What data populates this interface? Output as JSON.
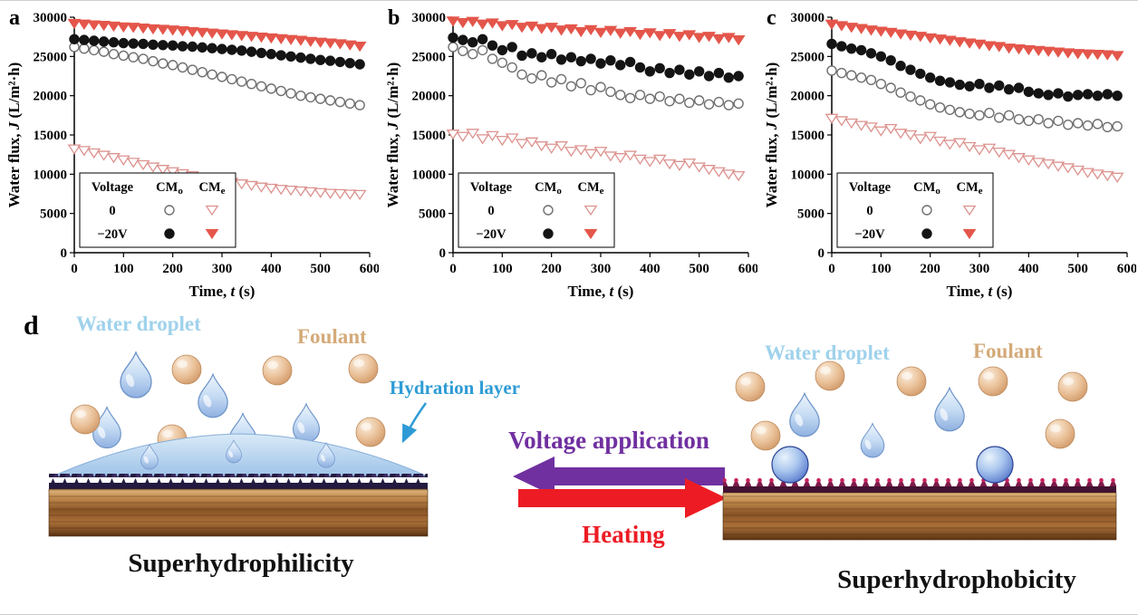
{
  "chart_data": [
    {
      "id": "a",
      "type": "scatter",
      "panel_label": "a",
      "xlabel": "Time, *t* (s)",
      "ylabel": "Water flux, *J* (L/m²·h)",
      "xlim": [
        0,
        600
      ],
      "ylim": [
        0,
        30000
      ],
      "xticks": [
        0,
        100,
        200,
        300,
        400,
        500,
        600
      ],
      "yticks": [
        0,
        5000,
        10000,
        15000,
        20000,
        25000,
        30000
      ],
      "legend": {
        "header": [
          "Voltage",
          "CM_o",
          "CM_e"
        ],
        "rows": [
          {
            "label": "0",
            "series": [
              0,
              2
            ]
          },
          {
            "label": "−20V",
            "series": [
              1,
              3
            ]
          }
        ]
      },
      "x": [
        0,
        20,
        40,
        60,
        80,
        100,
        120,
        140,
        160,
        180,
        200,
        220,
        240,
        260,
        280,
        300,
        320,
        340,
        360,
        380,
        400,
        420,
        440,
        460,
        480,
        500,
        520,
        540,
        560,
        580
      ],
      "series": [
        {
          "name": "CM_o 0",
          "marker": "circle-open",
          "color": "#6f6f6f",
          "values": [
            26200,
            26000,
            25800,
            25600,
            25300,
            25100,
            24900,
            24700,
            24400,
            24100,
            23900,
            23600,
            23300,
            23000,
            22700,
            22400,
            22100,
            21800,
            21500,
            21200,
            20900,
            20600,
            20300,
            20000,
            19800,
            19600,
            19400,
            19200,
            19000,
            18800
          ]
        },
        {
          "name": "CM_o −20V",
          "marker": "circle-filled",
          "color": "#141414",
          "values": [
            27200,
            27100,
            27000,
            26900,
            26800,
            26700,
            26650,
            26600,
            26500,
            26450,
            26400,
            26300,
            26250,
            26150,
            26050,
            25950,
            25850,
            25750,
            25600,
            25450,
            25300,
            25150,
            25000,
            24850,
            24700,
            24550,
            24450,
            24300,
            24150,
            24000
          ]
        },
        {
          "name": "CM_e 0",
          "marker": "triangle-open",
          "color": "#dc938f",
          "values": [
            13200,
            13000,
            12700,
            12400,
            12100,
            11800,
            11500,
            11200,
            10900,
            10600,
            10300,
            10050,
            9800,
            9600,
            9350,
            9150,
            8950,
            8750,
            8550,
            8350,
            8200,
            8050,
            7950,
            7850,
            7750,
            7650,
            7550,
            7500,
            7450,
            7400
          ]
        },
        {
          "name": "CM_e −20V",
          "marker": "triangle-filled",
          "color": "#e4564b",
          "values": [
            29200,
            29100,
            29000,
            28950,
            28850,
            28750,
            28700,
            28600,
            28500,
            28450,
            28350,
            28250,
            28150,
            28050,
            27950,
            27850,
            27750,
            27650,
            27550,
            27450,
            27350,
            27250,
            27150,
            27050,
            26900,
            26800,
            26700,
            26600,
            26450,
            26300
          ]
        }
      ]
    },
    {
      "id": "b",
      "type": "scatter",
      "panel_label": "b",
      "xlabel": "Time, *t* (s)",
      "ylabel": "Water flux, *J* (L/m²·h)",
      "xlim": [
        0,
        600
      ],
      "ylim": [
        0,
        30000
      ],
      "xticks": [
        0,
        100,
        200,
        300,
        400,
        500,
        600
      ],
      "yticks": [
        0,
        5000,
        10000,
        15000,
        20000,
        25000,
        30000
      ],
      "legend": {
        "header": [
          "Voltage",
          "CM_o",
          "CM_e"
        ],
        "rows": [
          {
            "label": "0",
            "series": [
              0,
              2
            ]
          },
          {
            "label": "−20V",
            "series": [
              1,
              3
            ]
          }
        ]
      },
      "x": [
        0,
        20,
        40,
        60,
        80,
        100,
        120,
        140,
        160,
        180,
        200,
        220,
        240,
        260,
        280,
        300,
        320,
        340,
        360,
        380,
        400,
        420,
        440,
        460,
        480,
        500,
        520,
        540,
        560,
        580
      ],
      "series": [
        {
          "name": "CM_o 0",
          "marker": "circle-open",
          "color": "#6f6f6f",
          "values": [
            26200,
            25700,
            25300,
            25800,
            24700,
            24200,
            23600,
            22700,
            22200,
            22600,
            21700,
            22100,
            21200,
            21600,
            20700,
            21100,
            20500,
            20100,
            19700,
            20100,
            19600,
            19900,
            19300,
            19600,
            19100,
            19400,
            18900,
            19200,
            18800,
            19000
          ]
        },
        {
          "name": "CM_o −20V",
          "marker": "circle-filled",
          "color": "#141414",
          "values": [
            27400,
            27100,
            26800,
            27200,
            26400,
            25800,
            26200,
            25100,
            25400,
            24900,
            25300,
            24600,
            24900,
            24400,
            24700,
            24100,
            24500,
            23900,
            24300,
            23600,
            23100,
            23500,
            22900,
            23300,
            22700,
            23100,
            22500,
            22900,
            22300,
            22500
          ]
        },
        {
          "name": "CM_e 0",
          "marker": "triangle-open",
          "color": "#dc938f",
          "values": [
            15100,
            14800,
            15200,
            14500,
            14900,
            14300,
            14600,
            13900,
            14100,
            13600,
            13300,
            13600,
            12900,
            13100,
            12600,
            12900,
            12300,
            12100,
            12400,
            11900,
            11600,
            11900,
            11300,
            11100,
            11400,
            10900,
            10600,
            10300,
            10000,
            9800
          ]
        },
        {
          "name": "CM_e −20V",
          "marker": "triangle-filled",
          "color": "#e4564b",
          "values": [
            29500,
            29300,
            29450,
            29100,
            29250,
            28900,
            29050,
            28700,
            28850,
            28550,
            28700,
            28350,
            28500,
            28150,
            28400,
            28050,
            28300,
            27950,
            28150,
            27800,
            28000,
            27650,
            27900,
            27550,
            27750,
            27400,
            27550,
            27250,
            27400,
            27100
          ]
        }
      ]
    },
    {
      "id": "c",
      "type": "scatter",
      "panel_label": "c",
      "xlabel": "Time, *t* (s)",
      "ylabel": "Water flux, *J* (L/m²·h)",
      "xlim": [
        0,
        600
      ],
      "ylim": [
        0,
        30000
      ],
      "xticks": [
        0,
        100,
        200,
        300,
        400,
        500,
        600
      ],
      "yticks": [
        0,
        5000,
        10000,
        15000,
        20000,
        25000,
        30000
      ],
      "legend": {
        "header": [
          "Voltage",
          "CM_o",
          "CM_e"
        ],
        "rows": [
          {
            "label": "0",
            "series": [
              0,
              2
            ]
          },
          {
            "label": "−20V",
            "series": [
              1,
              3
            ]
          }
        ]
      },
      "x": [
        0,
        20,
        40,
        60,
        80,
        100,
        120,
        140,
        160,
        180,
        200,
        220,
        240,
        260,
        280,
        300,
        320,
        340,
        360,
        380,
        400,
        420,
        440,
        460,
        480,
        500,
        520,
        540,
        560,
        580
      ],
      "series": [
        {
          "name": "CM_o 0",
          "marker": "circle-open",
          "color": "#6f6f6f",
          "values": [
            23200,
            22900,
            22600,
            22300,
            22000,
            21500,
            21000,
            20400,
            19900,
            19400,
            18900,
            18500,
            18200,
            17900,
            17700,
            17500,
            17800,
            17200,
            17500,
            17000,
            16800,
            17000,
            16500,
            16800,
            16300,
            16500,
            16200,
            16400,
            16000,
            16100
          ]
        },
        {
          "name": "CM_o −20V",
          "marker": "circle-filled",
          "color": "#141414",
          "values": [
            26600,
            26300,
            26000,
            25800,
            25400,
            25000,
            24500,
            23800,
            23300,
            22800,
            22300,
            21900,
            21700,
            21400,
            21200,
            21500,
            21000,
            21300,
            20800,
            21000,
            20500,
            20300,
            20100,
            20300,
            19900,
            20100,
            20200,
            20000,
            20200,
            20000
          ]
        },
        {
          "name": "CM_e 0",
          "marker": "triangle-open",
          "color": "#dc938f",
          "values": [
            17100,
            16800,
            16500,
            16200,
            16000,
            15500,
            15800,
            15200,
            15000,
            14500,
            14800,
            14200,
            13800,
            14000,
            13500,
            13100,
            13300,
            12800,
            12500,
            12100,
            11800,
            11500,
            11300,
            11000,
            10800,
            10500,
            10200,
            10000,
            9800,
            9600
          ]
        },
        {
          "name": "CM_e −20V",
          "marker": "triangle-filled",
          "color": "#e4564b",
          "values": [
            29100,
            28900,
            28700,
            28550,
            28350,
            28200,
            28050,
            27850,
            27700,
            27550,
            27350,
            27200,
            27050,
            26850,
            26700,
            26550,
            26350,
            26250,
            26050,
            25950,
            25850,
            25750,
            25650,
            25550,
            25450,
            25350,
            25300,
            25250,
            25200,
            25100
          ]
        }
      ]
    }
  ],
  "diagram": {
    "panel_label": "d",
    "left": {
      "water_droplet": "Water droplet",
      "foulant": "Foulant",
      "hydration_layer": "Hydration layer",
      "caption": "Superhydrophilicity"
    },
    "center": {
      "voltage": "Voltage application",
      "heating": "Heating"
    },
    "right": {
      "water_droplet": "Water droplet",
      "foulant": "Foulant",
      "caption": "Superhydrophobicity"
    },
    "colors": {
      "water_droplet_label": "#9fd2ec",
      "foulant_label": "#d4aa79",
      "hydration_layer_label": "#2e9bd6",
      "voltage": "#7030a0",
      "heating": "#ed1c24"
    }
  }
}
